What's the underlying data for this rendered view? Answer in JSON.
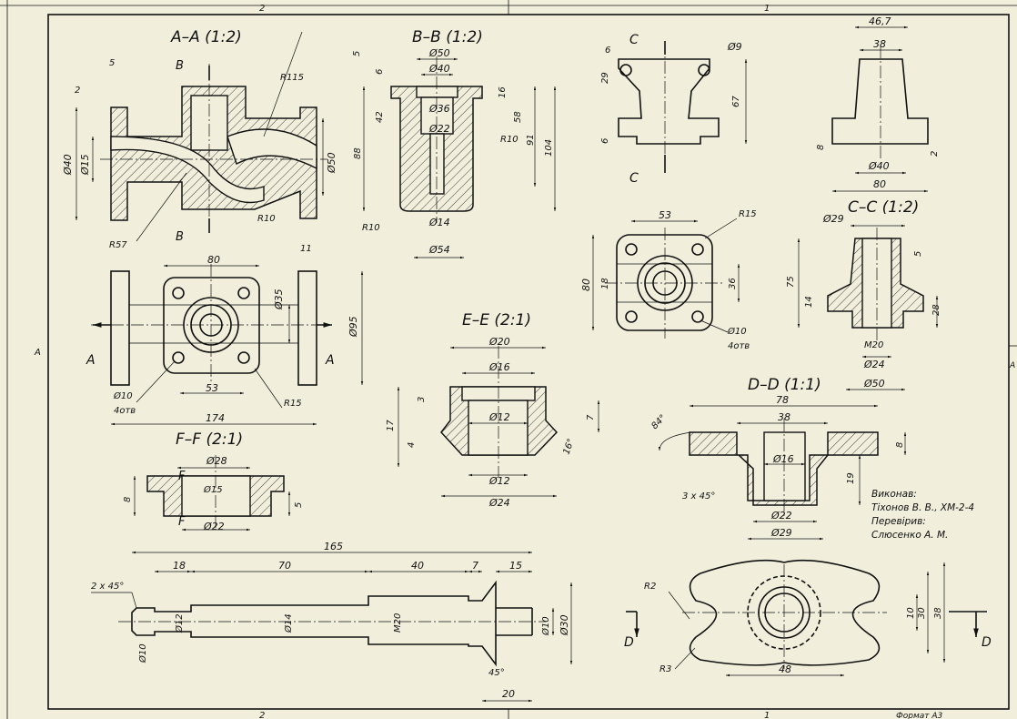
{
  "sheet": {
    "zone_top": [
      "2",
      "1"
    ],
    "zone_bottom": [
      "2",
      "1"
    ],
    "zone_side": "A",
    "format": "Формат А3"
  },
  "views": {
    "aa": {
      "title": "A–A (1:2)",
      "dims": [
        "5",
        "2",
        "Ø40",
        "Ø15",
        "R115",
        "Ø50",
        "R10",
        "R57"
      ],
      "marks": [
        "B",
        "B"
      ]
    },
    "bb": {
      "title": "B–B (1:2)",
      "dims": [
        "Ø50",
        "Ø40",
        "Ø36",
        "Ø22",
        "Ø14",
        "Ø54",
        "5",
        "6",
        "42",
        "88",
        "16",
        "58",
        "91",
        "104",
        "R10",
        "R10"
      ]
    },
    "cc_top": {
      "dims": [
        "6",
        "29",
        "6",
        "Ø9",
        "67"
      ],
      "marks": [
        "C",
        "C"
      ]
    },
    "side_view": {
      "dims": [
        "46,7",
        "38",
        "8",
        "2",
        "Ø40",
        "80"
      ]
    },
    "plan": {
      "dims": [
        "80",
        "Ø35",
        "11",
        "Ø95",
        "53",
        "174",
        "R15",
        "Ø10",
        "4отв"
      ],
      "marks": [
        "A",
        "A"
      ]
    },
    "flange_view": {
      "dims": [
        "53",
        "R15",
        "80",
        "18",
        "36",
        "Ø10",
        "4отв"
      ]
    },
    "cc": {
      "title": "C–C (1:2)",
      "dims": [
        "Ø29",
        "5",
        "75",
        "14",
        "28",
        "M20",
        "Ø24",
        "Ø50"
      ]
    },
    "ee": {
      "title": "E–E (2:1)",
      "dims": [
        "Ø20",
        "Ø16",
        "Ø12",
        "Ø12",
        "Ø24",
        "3",
        "17",
        "4",
        "7",
        "16°"
      ]
    },
    "dd": {
      "title": "D–D (1:1)",
      "dims": [
        "78",
        "38",
        "84°",
        "8",
        "Ø16",
        "19",
        "3 x 45°",
        "Ø22",
        "Ø29"
      ]
    },
    "ff": {
      "title": "F–F (2:1)",
      "dims": [
        "Ø28",
        "Ø15",
        "8",
        "5",
        "Ø22"
      ],
      "marks": [
        "F",
        "F"
      ]
    },
    "shaft": {
      "dims": [
        "165",
        "18",
        "70",
        "40",
        "7",
        "15",
        "2 x 45°",
        "Ø12",
        "Ø14",
        "M20",
        "Ø10",
        "Ø30",
        "Ø10",
        "45°",
        "20"
      ]
    },
    "flange_d": {
      "dims": [
        "R2",
        "R3",
        "10",
        "30",
        "38",
        "48"
      ],
      "marks": [
        "D",
        "D"
      ]
    }
  },
  "title_block": {
    "executed_label": "Виконав:",
    "executed_name": "Тіхонов В. В., ХМ-2-4",
    "checked_label": "Перевірив:",
    "checked_name": "Слюсенко А. М."
  }
}
